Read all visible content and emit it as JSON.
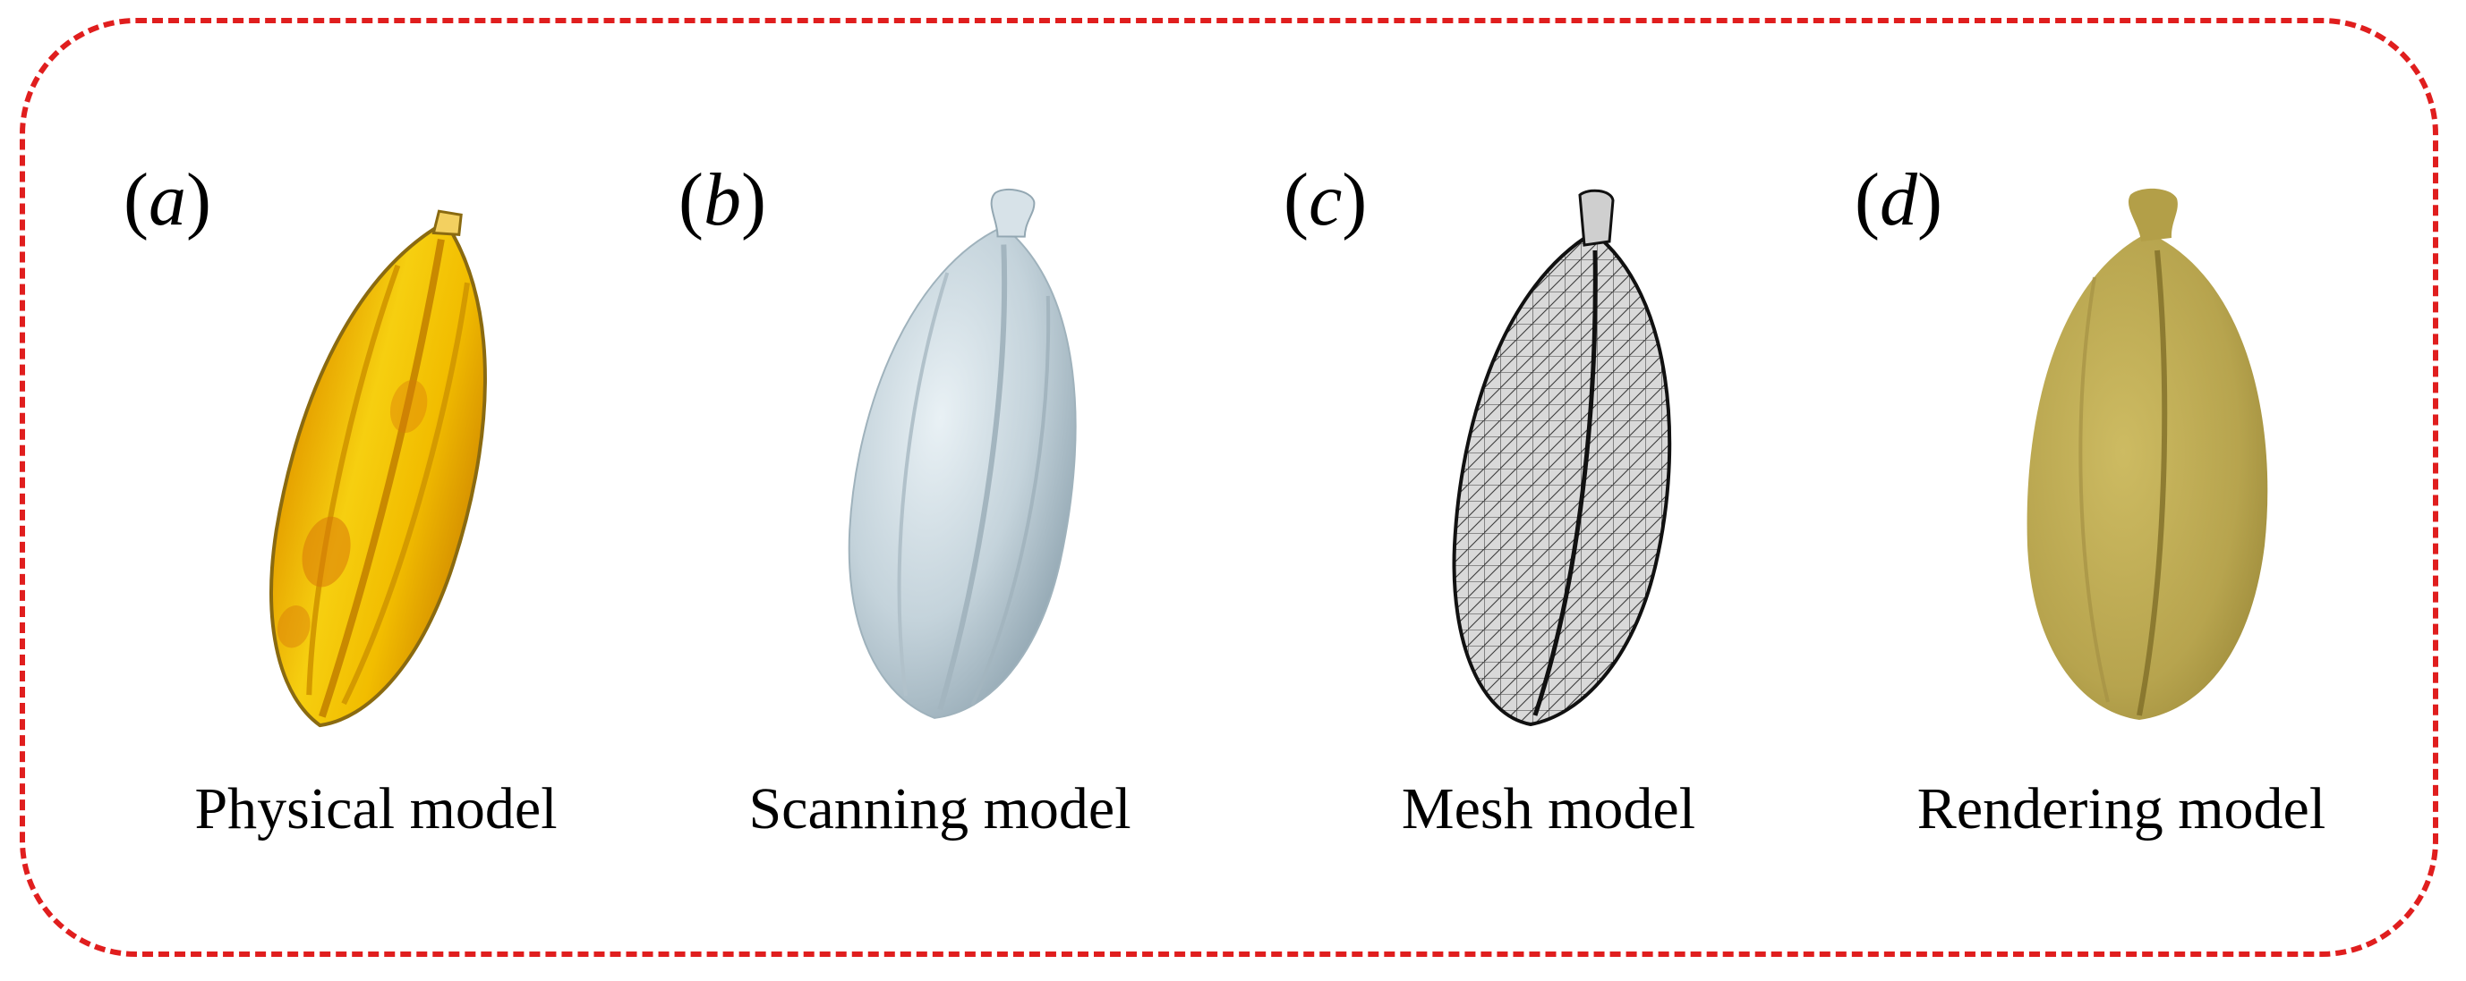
{
  "panels": [
    {
      "letter": "a",
      "caption": "Physical model"
    },
    {
      "letter": "b",
      "caption": "Scanning model"
    },
    {
      "letter": "c",
      "caption": "Mesh model"
    },
    {
      "letter": "d",
      "caption": "Rendering model"
    }
  ],
  "colors": {
    "frame": "#e01e1e",
    "physical": "#f2c200",
    "scanning": "#c7d6de",
    "mesh": "#888888",
    "rendering": "#b8a650"
  }
}
